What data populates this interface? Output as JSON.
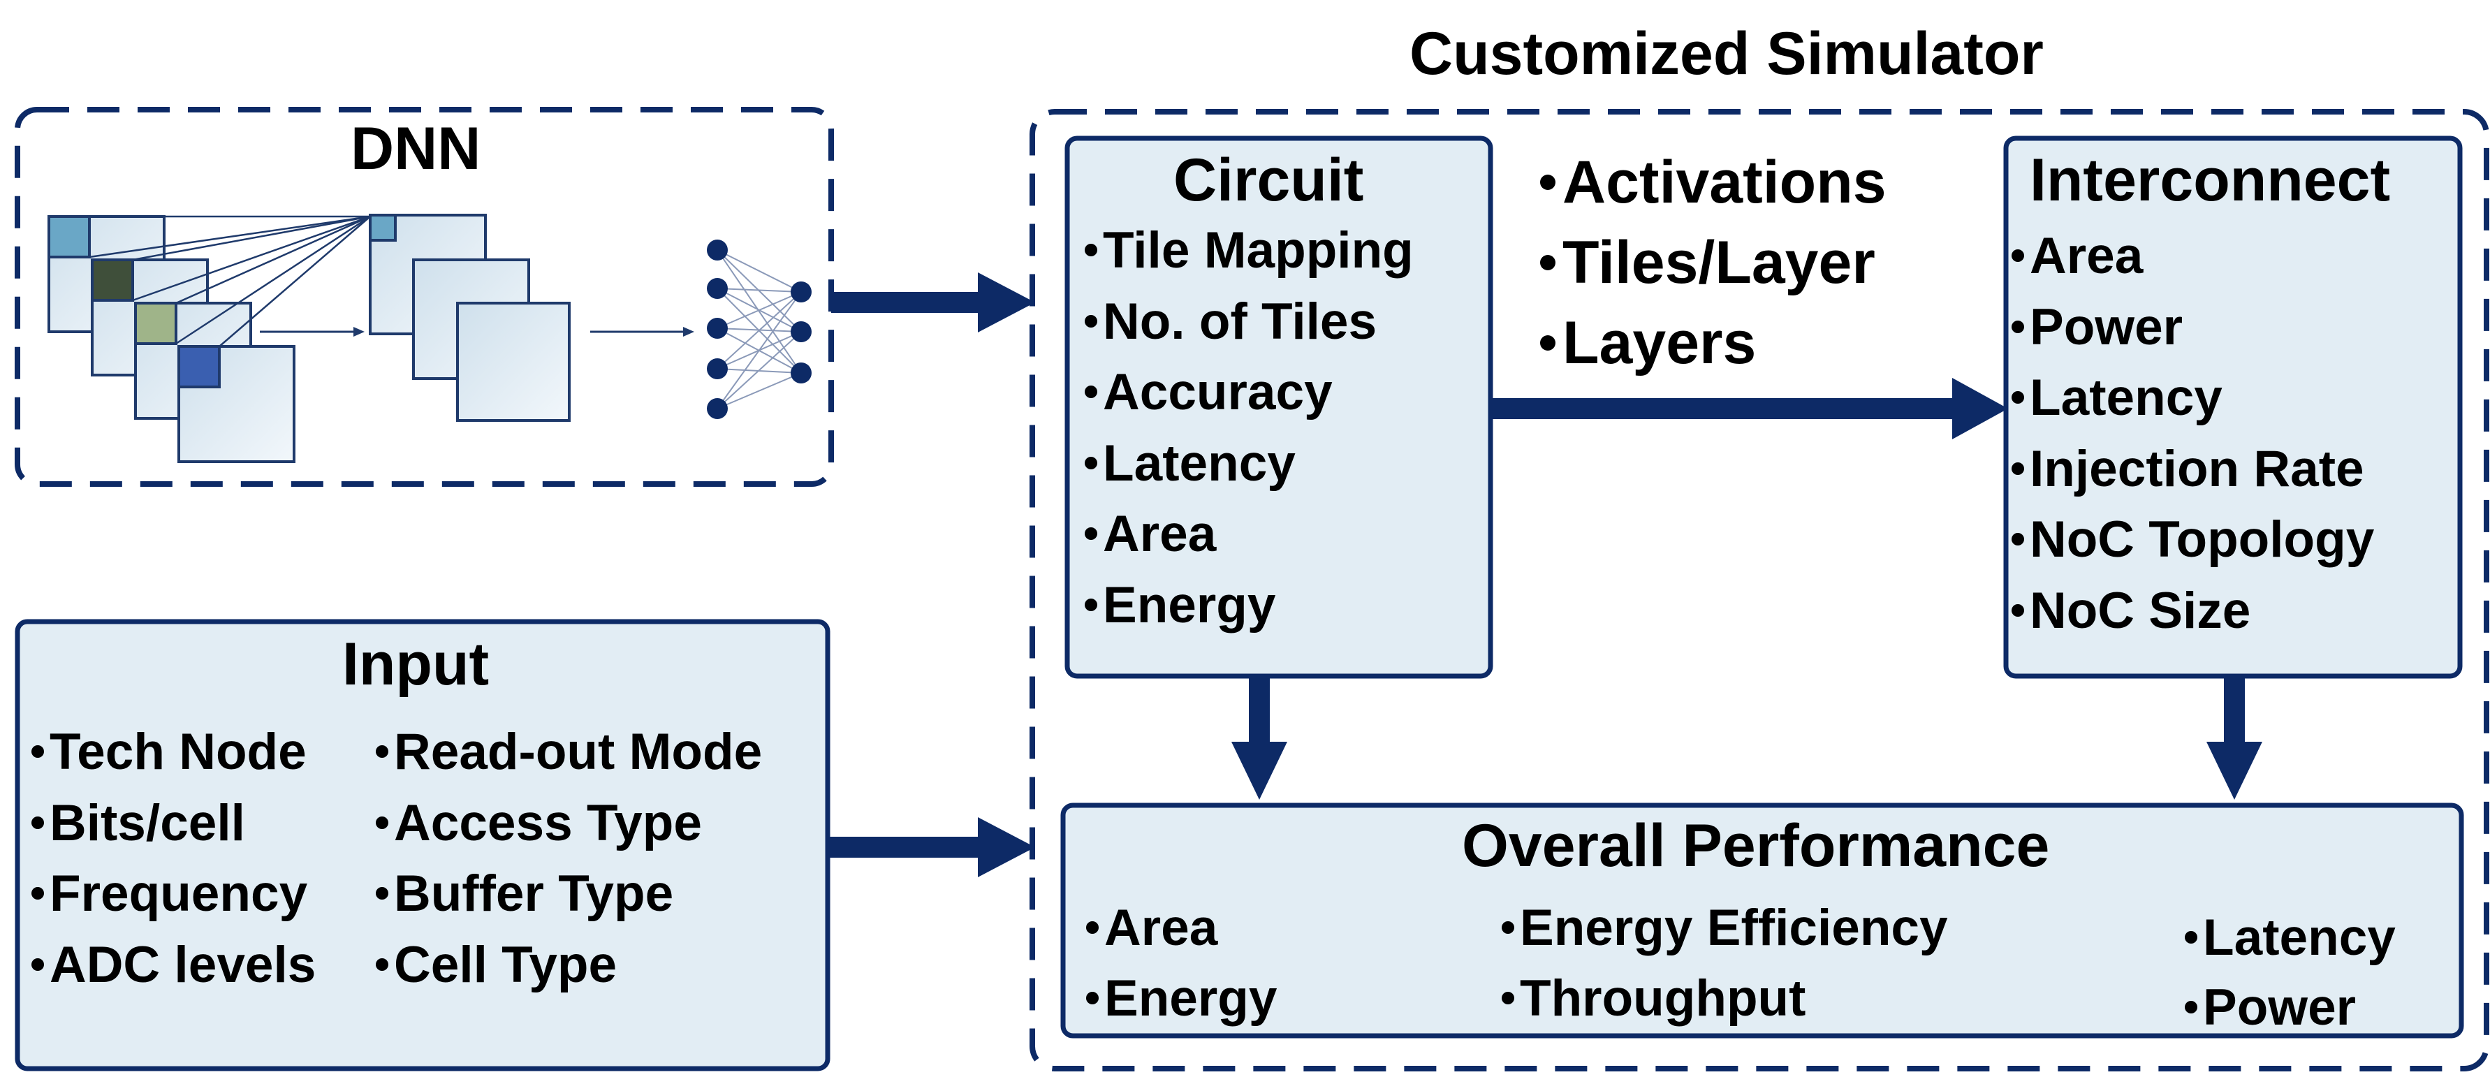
{
  "top_title": "Customized Simulator",
  "dnn": {
    "title": "DNN"
  },
  "circuit": {
    "title": "Circuit",
    "items": [
      "Tile Mapping",
      "No. of Tiles",
      "Accuracy",
      "Latency",
      "Area",
      "Energy"
    ]
  },
  "middle_items": [
    "Activations",
    "Tiles/Layer",
    "Layers"
  ],
  "interconnect": {
    "title": "Interconnect",
    "items": [
      "Area",
      "Power",
      "Latency",
      "Injection Rate",
      "NoC Topology",
      "NoC Size"
    ]
  },
  "input": {
    "title": "Input",
    "left_items": [
      "Tech Node",
      "Bits/cell",
      "Frequency",
      "ADC levels"
    ],
    "right_items": [
      "Read-out Mode",
      "Access Type",
      "Buffer Type",
      "Cell Type"
    ]
  },
  "overall": {
    "title": "Overall Performance",
    "col1": [
      "Area",
      "Energy"
    ],
    "col2": [
      "Energy Efficiency",
      "Throughput"
    ],
    "col3": [
      "Latency",
      "Power"
    ]
  },
  "colors": {
    "navy": "#0d2a66",
    "box_fill": "#e2edf4",
    "box_border": "#0d2a66"
  }
}
